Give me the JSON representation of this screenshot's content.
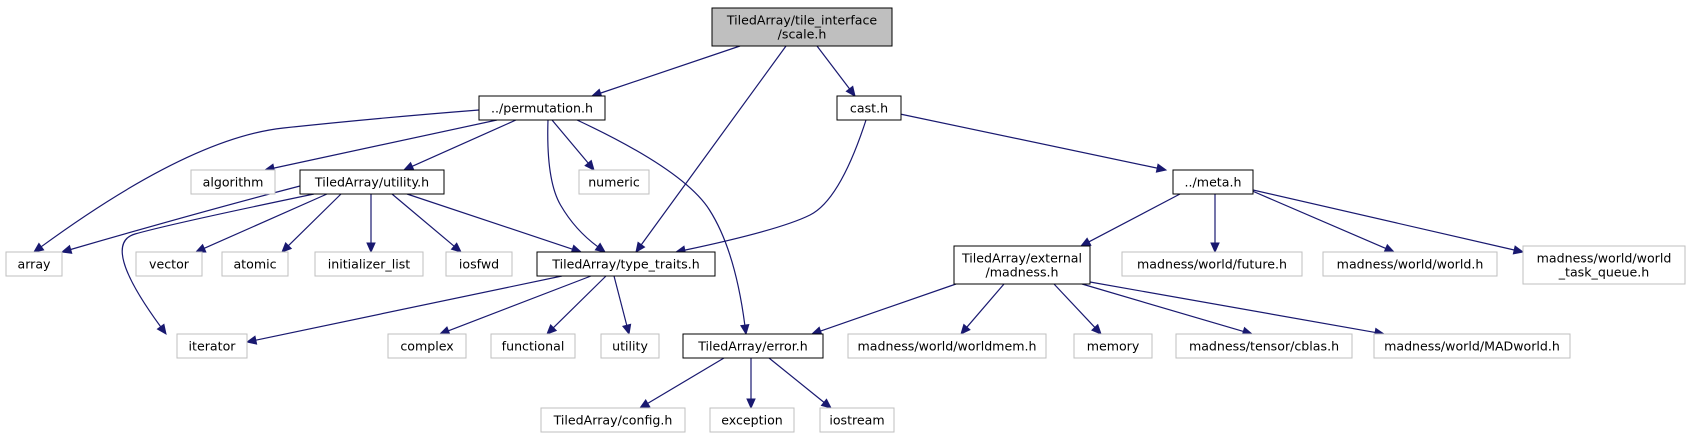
{
  "colors": {
    "edge": "#191970",
    "focus_fill": "#bfbfbf",
    "node_border": "#000000",
    "missing_border": "#bfbfbf",
    "fill": "#ffffff"
  },
  "nodes": [
    {
      "id": "scale",
      "lines": [
        "TiledArray/tile_interface",
        "/scale.h"
      ],
      "style": "focus"
    },
    {
      "id": "permutation",
      "lines": [
        "../permutation.h"
      ],
      "style": "normal"
    },
    {
      "id": "cast",
      "lines": [
        "cast.h"
      ],
      "style": "normal"
    },
    {
      "id": "algorithm",
      "lines": [
        "algorithm"
      ],
      "style": "missing"
    },
    {
      "id": "utility_h",
      "lines": [
        "TiledArray/utility.h"
      ],
      "style": "normal"
    },
    {
      "id": "numeric",
      "lines": [
        "numeric"
      ],
      "style": "missing"
    },
    {
      "id": "meta",
      "lines": [
        "../meta.h"
      ],
      "style": "normal"
    },
    {
      "id": "array",
      "lines": [
        "array"
      ],
      "style": "missing"
    },
    {
      "id": "vector",
      "lines": [
        "vector"
      ],
      "style": "missing"
    },
    {
      "id": "atomic",
      "lines": [
        "atomic"
      ],
      "style": "missing"
    },
    {
      "id": "initializer_list",
      "lines": [
        "initializer_list"
      ],
      "style": "missing"
    },
    {
      "id": "iosfwd",
      "lines": [
        "iosfwd"
      ],
      "style": "missing"
    },
    {
      "id": "type_traits",
      "lines": [
        "TiledArray/type_traits.h"
      ],
      "style": "normal"
    },
    {
      "id": "external_madness",
      "lines": [
        "TiledArray/external",
        "/madness.h"
      ],
      "style": "normal"
    },
    {
      "id": "future",
      "lines": [
        "madness/world/future.h"
      ],
      "style": "missing"
    },
    {
      "id": "world",
      "lines": [
        "madness/world/world.h"
      ],
      "style": "missing"
    },
    {
      "id": "task_queue",
      "lines": [
        "madness/world/world",
        "_task_queue.h"
      ],
      "style": "missing"
    },
    {
      "id": "iterator",
      "lines": [
        "iterator"
      ],
      "style": "missing"
    },
    {
      "id": "complex",
      "lines": [
        "complex"
      ],
      "style": "missing"
    },
    {
      "id": "functional",
      "lines": [
        "functional"
      ],
      "style": "missing"
    },
    {
      "id": "utility",
      "lines": [
        "utility"
      ],
      "style": "missing"
    },
    {
      "id": "error",
      "lines": [
        "TiledArray/error.h"
      ],
      "style": "normal"
    },
    {
      "id": "worldmem",
      "lines": [
        "madness/world/worldmem.h"
      ],
      "style": "missing"
    },
    {
      "id": "memory",
      "lines": [
        "memory"
      ],
      "style": "missing"
    },
    {
      "id": "cblas",
      "lines": [
        "madness/tensor/cblas.h"
      ],
      "style": "missing"
    },
    {
      "id": "madworld",
      "lines": [
        "madness/world/MADworld.h"
      ],
      "style": "missing"
    },
    {
      "id": "config",
      "lines": [
        "TiledArray/config.h"
      ],
      "style": "missing"
    },
    {
      "id": "exception",
      "lines": [
        "exception"
      ],
      "style": "missing"
    },
    {
      "id": "iostream",
      "lines": [
        "iostream"
      ],
      "style": "missing"
    }
  ],
  "edges": [
    [
      "scale",
      "permutation"
    ],
    [
      "scale",
      "type_traits"
    ],
    [
      "scale",
      "cast"
    ],
    [
      "permutation",
      "array"
    ],
    [
      "permutation",
      "algorithm"
    ],
    [
      "permutation",
      "utility_h"
    ],
    [
      "permutation",
      "type_traits"
    ],
    [
      "permutation",
      "numeric"
    ],
    [
      "permutation",
      "error"
    ],
    [
      "cast",
      "type_traits"
    ],
    [
      "cast",
      "meta"
    ],
    [
      "utility_h",
      "array"
    ],
    [
      "utility_h",
      "iterator"
    ],
    [
      "utility_h",
      "vector"
    ],
    [
      "utility_h",
      "atomic"
    ],
    [
      "utility_h",
      "initializer_list"
    ],
    [
      "utility_h",
      "iosfwd"
    ],
    [
      "utility_h",
      "type_traits"
    ],
    [
      "type_traits",
      "iterator"
    ],
    [
      "type_traits",
      "complex"
    ],
    [
      "type_traits",
      "functional"
    ],
    [
      "type_traits",
      "utility"
    ],
    [
      "meta",
      "external_madness"
    ],
    [
      "meta",
      "future"
    ],
    [
      "meta",
      "world"
    ],
    [
      "meta",
      "task_queue"
    ],
    [
      "external_madness",
      "error"
    ],
    [
      "external_madness",
      "worldmem"
    ],
    [
      "external_madness",
      "memory"
    ],
    [
      "external_madness",
      "cblas"
    ],
    [
      "external_madness",
      "madworld"
    ],
    [
      "error",
      "config"
    ],
    [
      "error",
      "exception"
    ],
    [
      "error",
      "iostream"
    ]
  ]
}
